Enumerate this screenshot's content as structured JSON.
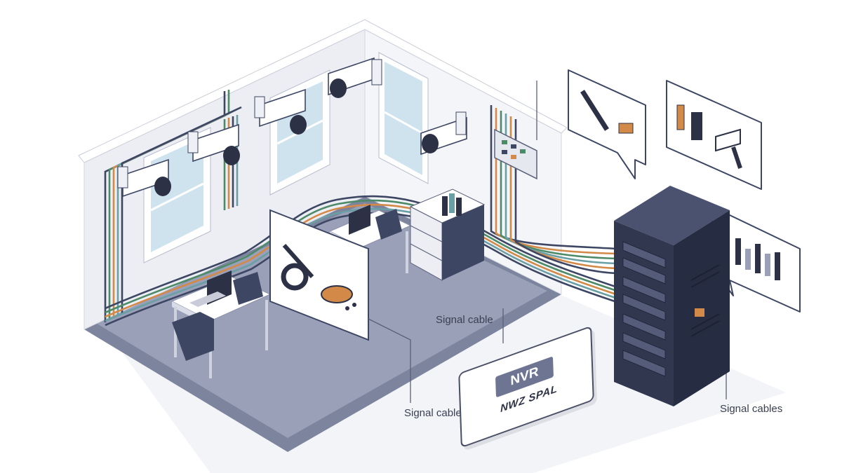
{
  "labels": {
    "signal_cable_center": "Signal cable",
    "signal_cables_bottom": "Signal cables",
    "signal_cables_right": "Signal cables"
  },
  "sign": {
    "badge": "NVR",
    "subtitle": "NWZ SPAL"
  },
  "icons": {
    "cameras": 5,
    "callouts": [
      "cable-connector-icon",
      "camera-mount-icon",
      "bar-chart-icon",
      "cable-coil-icon"
    ]
  },
  "colors": {
    "floor": "#7d849e",
    "wall": "#eef0f5",
    "rack": "#30374f",
    "cable_green": "#4c8a68",
    "cable_orange": "#d38a48",
    "cable_navy": "#3d4663",
    "cable_teal": "#6a9fa5"
  }
}
